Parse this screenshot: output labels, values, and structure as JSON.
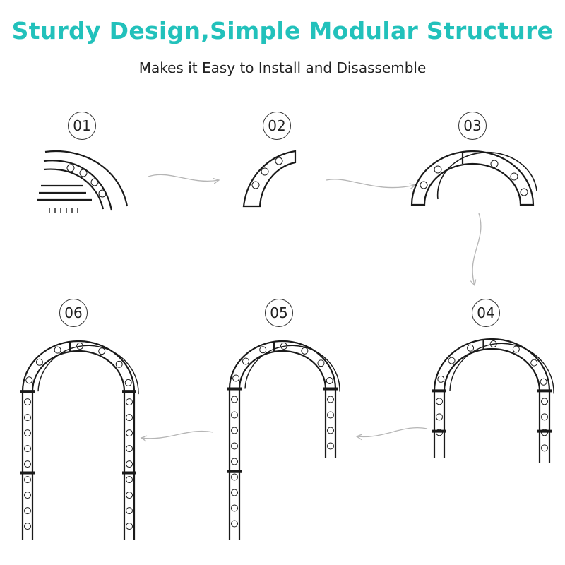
{
  "header": {
    "title": "Sturdy Design,Simple Modular Structure",
    "subtitle": "Makes it Easy to Install and Disassemble"
  },
  "steps": [
    {
      "label": "01"
    },
    {
      "label": "02"
    },
    {
      "label": "03"
    },
    {
      "label": "04"
    },
    {
      "label": "05"
    },
    {
      "label": "06"
    }
  ],
  "colors": {
    "accent": "#22c1bb",
    "metal": "#1a1a1a",
    "arrow": "#b5b5b5"
  }
}
